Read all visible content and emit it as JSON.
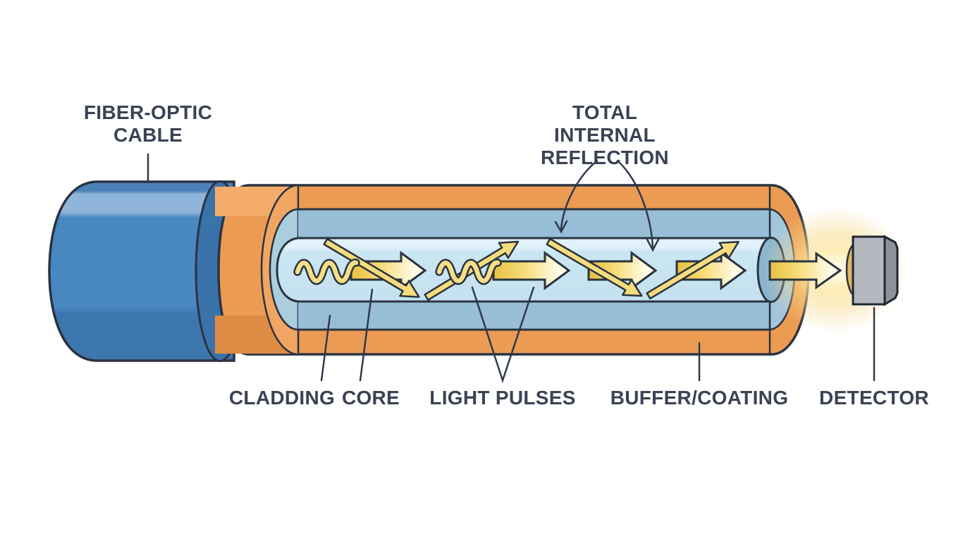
{
  "title": "Fiber-optic cable total internal reflection diagram",
  "labels": {
    "fiber_optic_cable": "FIBER-OPTIC\nCABLE",
    "total_internal_reflection": "TOTAL INTERNAL\nREFLECTION",
    "cladding": "CLADDING",
    "core": "CORE",
    "light_pulses": "LIGHT PULSES",
    "buffer_coating": "BUFFER/COATING",
    "detector": "DETECTOR"
  },
  "colors": {
    "background": "#ffffff",
    "jacket_blue": "#4987c1",
    "jacket_highlight": "#8fb5da",
    "jacket_shadow": "#3e76ae",
    "jacket_rim": "#3a72aa",
    "buffer_orange": "#ec9b53",
    "buffer_highlight": "#f3ac6a",
    "buffer_shadow": "#de8b44",
    "cladding_blue": "#97bed6",
    "core_light_blue": "#cbe6f3",
    "core_end_face": "#8db5d0",
    "pulse_yellow": "#f6df86",
    "arrow_gold": "#e8c043",
    "outline_dark": "#2b3340",
    "leader_line": "#2e3a4c",
    "text_dark": "#3a4254",
    "detector_front_gray": "#b4b8be",
    "detector_side_gray": "#8e9399",
    "detector_lens_gold": "#dcb668",
    "glow_yellow": "#ffedb4"
  }
}
